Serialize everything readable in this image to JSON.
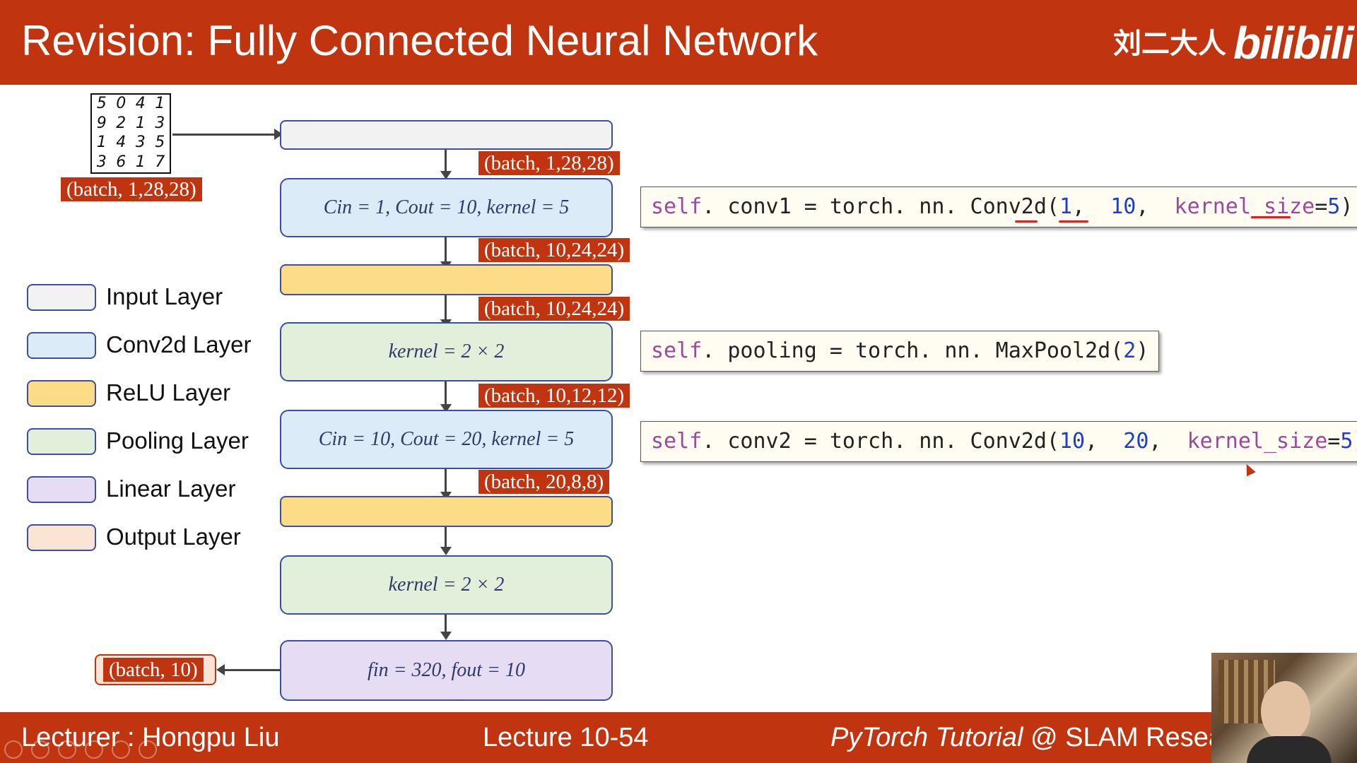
{
  "header": {
    "title": "Revision: Fully Connected Neural Network",
    "logo_cn": "刘二大人",
    "logo_bili": "bilibili"
  },
  "mnist_digits": [
    [
      "5",
      "0",
      "4",
      "1"
    ],
    [
      "9",
      "2",
      "1",
      "3"
    ],
    [
      "1",
      "4",
      "3",
      "5"
    ],
    [
      "3",
      "6",
      "1",
      "7"
    ]
  ],
  "labels": {
    "input_dim": "(batch, 1,28,28)",
    "d1": "(batch, 1,28,28)",
    "d2": "(batch, 10,24,24)",
    "d3": "(batch, 10,24,24)",
    "d4": "(batch, 10,12,12)",
    "d5": "(batch, 20,8,8)",
    "output_dim": "(batch, 10)"
  },
  "layers": {
    "conv1": "Cin = 1, Cout = 10, kernel = 5",
    "pool1": "kernel = 2 × 2",
    "conv2": "Cin = 10, Cout = 20, kernel = 5",
    "pool2": "kernel = 2 × 2",
    "linear": "fin = 320, fout = 10"
  },
  "code": {
    "conv1": {
      "self": "self",
      "rest": ". conv1  =  torch. nn. Conv2d(",
      "a1": "1",
      "sep1": ",  ",
      "a2": "10",
      "sep2": ",  ",
      "kw": "kernel_size",
      "eq": "=",
      "a3": "5",
      "close": ")"
    },
    "pooling": {
      "self": "self",
      "rest": ". pooling  =  torch. nn. MaxPool2d(",
      "a1": "2",
      "close": ")"
    },
    "conv2": {
      "self": "self",
      "rest": ". conv2  =  torch. nn. Conv2d(",
      "a1": "10",
      "sep1": ",  ",
      "a2": "20",
      "sep2": ",  ",
      "kw": "kernel_size",
      "eq": "=",
      "a3": "5",
      "close": ")"
    }
  },
  "legend": [
    {
      "label": "Input Layer",
      "color": "#f2f2f2"
    },
    {
      "label": "Conv2d Layer",
      "color": "#dcebf8"
    },
    {
      "label": "ReLU Layer",
      "color": "#fddc87"
    },
    {
      "label": "Pooling Layer",
      "color": "#e2efda"
    },
    {
      "label": "Linear Layer",
      "color": "#e6dcf3"
    },
    {
      "label": "Output Layer",
      "color": "#fbe3d5"
    }
  ],
  "footer": {
    "lecturer": "Lecturer : Hongpu Liu",
    "lecture": "Lecture 10-54",
    "course": "PyTorch Tutorial",
    "org": "@ SLAM Resea"
  },
  "colors": {
    "accent": "#c0350f"
  }
}
